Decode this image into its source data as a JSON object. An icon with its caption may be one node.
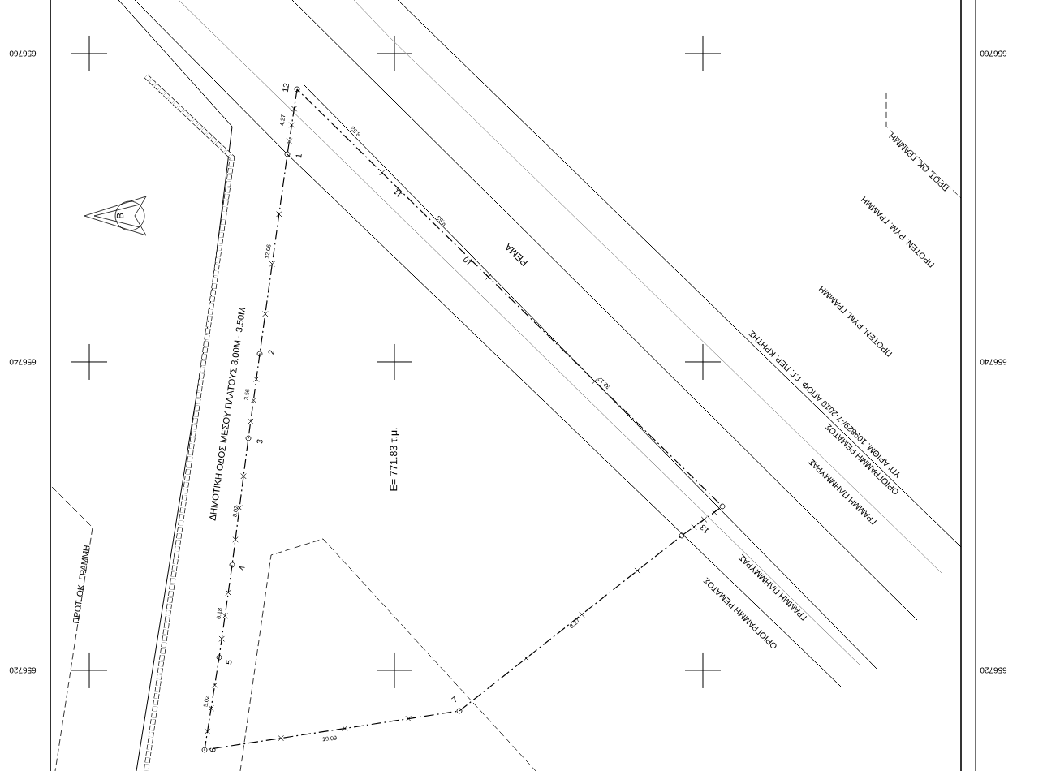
{
  "diagram": {
    "labels": [
      "656760",
      "656760",
      "12",
      "4.27",
      "8.52",
      "1",
      "11",
      "8.53",
      "10",
      "ΡΕΜΑ",
      "ΠΡΟΤ. ΟΚ. ΓΡΑΜΜΗ",
      "ΠΡΟΤΕΝ. ΡΥΜ. ΓΡΑΜΜΗ",
      "Β",
      "12.06",
      "656740",
      "656740",
      "2",
      "ΠΡΟΤΕΝ. ΡΥΜ. ΓΡΑΜΜΗ",
      "ΔΗΜΟΤΙΚΗ ΟΔΟΣ ΜΕΣΟΥ ΠΛΑΤΟΥΣ 3.00Μ - 3.50Μ",
      "3.56",
      "3",
      "Ε= 771.83 τ.μ.",
      "ΥΠ' ΑΡΙΘΜ. 109829/-7-2010 ΑΠΟΦ. Γ.Γ. ΠΕΡ. ΚΡΗΤΗΣ",
      "ΟΡΙΟΓΡΑΜΜΗ ΡΕΜΑΤΟΣ",
      "32.12",
      "ΓΡΑΜΜΗ ΠΛΗΜΜΥΡΑΣ",
      "8.02",
      "13",
      "ΠΡΟΤ. ΟΚ. ΓΡΑΜΜΗ",
      "4",
      "ΓΡΑΜΜΗ ΠΛΗΜΜΥΡΑΣ",
      "ΟΡΙΟΓΡΑΜΜΗ ΡΕΜΑΤΟΣ",
      "6.18",
      "8.27",
      "5",
      "656720",
      "656720",
      "5.02",
      "7",
      "6",
      "19.09"
    ]
  }
}
